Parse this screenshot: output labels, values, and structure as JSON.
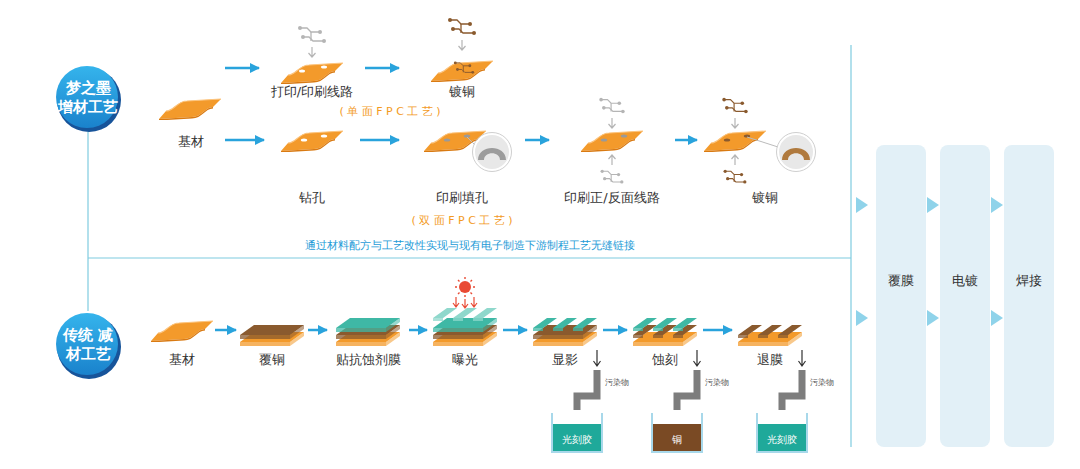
{
  "diagram": {
    "nodes": [
      {
        "text": [
          "梦之墨 增材工艺"
        ]
      },
      {
        "text": [
          "基材"
        ]
      },
      {
        "text": [
          "打印/印刷线路"
        ]
      },
      {
        "text": [
          "镀铜"
        ]
      },
      {
        "text": [
          "钻孔"
        ]
      },
      {
        "text": [
          "印刷填孔"
        ]
      },
      {
        "text": [
          "印刷正/反面线路"
        ]
      },
      {
        "text": [
          "镀铜"
        ]
      },
      {
        "text": [
          "传统 减材工艺"
        ]
      },
      {
        "text": [
          "基材"
        ]
      },
      {
        "text": [
          "覆铜"
        ]
      },
      {
        "text": [
          "贴抗蚀剂膜"
        ]
      },
      {
        "text": [
          "曝光"
        ]
      },
      {
        "text": [
          "显影"
        ]
      },
      {
        "text": [
          "蚀刻"
        ]
      },
      {
        "text": [
          "退膜"
        ]
      },
      {
        "text": [
          "光刻胶"
        ]
      },
      {
        "text": [
          "铜"
        ]
      },
      {
        "text": [
          "光刻胶"
        ]
      },
      {
        "text": [
          "覆膜"
        ]
      },
      {
        "text": [
          "电镀"
        ]
      },
      {
        "text": [
          "焊接"
        ]
      }
    ],
    "edges": [
      {
        "from": 0,
        "to": 8,
        "arrow": "none"
      },
      {
        "from": 1,
        "to": 2,
        "arrow": "to"
      },
      {
        "from": 2,
        "to": 3,
        "arrow": "to"
      },
      {
        "from": 1,
        "to": 4,
        "arrow": "to"
      },
      {
        "from": 4,
        "to": 5,
        "arrow": "to"
      },
      {
        "from": 5,
        "to": 6,
        "arrow": "to"
      },
      {
        "from": 6,
        "to": 7,
        "arrow": "to"
      },
      {
        "from": 9,
        "to": 10,
        "arrow": "to"
      },
      {
        "from": 10,
        "to": 11,
        "arrow": "to"
      },
      {
        "from": 11,
        "to": 12,
        "arrow": "to"
      },
      {
        "from": 12,
        "to": 13,
        "arrow": "to"
      },
      {
        "from": 13,
        "to": 14,
        "arrow": "to"
      },
      {
        "from": 14,
        "to": 15,
        "arrow": "to"
      },
      {
        "from": 13,
        "to": 16,
        "label": "污染物",
        "arrow": "none"
      },
      {
        "from": 14,
        "to": 17,
        "label": "污染物",
        "arrow": "none"
      },
      {
        "from": 15,
        "to": 18,
        "label": "污染物",
        "arrow": "none"
      },
      {
        "from": 19,
        "to": 20,
        "arrow": "to"
      },
      {
        "from": 20,
        "to": 21,
        "arrow": "to"
      }
    ],
    "labels": [
      "( 单 面 F P C 工 艺 )",
      "( 双 面 F P C 工 艺 )",
      "通过材料配方与工艺改性实现与现有电子制造下游制程工艺无缝链接"
    ]
  }
}
